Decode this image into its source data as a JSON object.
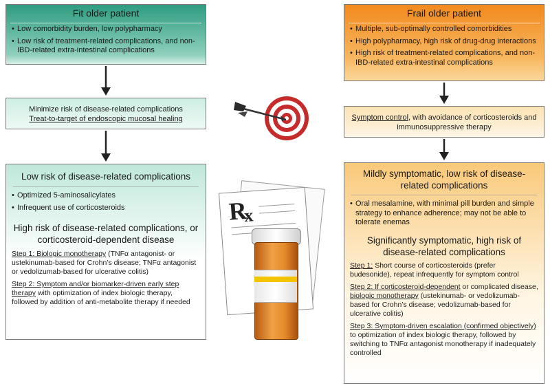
{
  "fit": {
    "title": "Fit older patient",
    "bullets": [
      "Low comorbidity burden, low polypharmacy",
      "Low risk of treatment-related complications, and non-IBD-related extra-intestinal complications"
    ],
    "goal_line1": "Minimize risk of disease-related complications",
    "goal_line2": "Treat-to-target of endoscopic mucosal healing",
    "low_title": "Low risk of disease-related complications",
    "low_bullets": [
      "Optimized 5-aminosalicylates",
      "Infrequent use of corticosteroids"
    ],
    "high_title": "High risk of disease-related complications, or corticosteroid-dependent disease",
    "step1_label": "Step 1: Biologic monotherapy",
    "step1_text": " (TNFα antagonist- or ustekinumab-based for Crohn’s disease; TNFα antagonist or vedolizumab-based for ulcerative colitis)",
    "step2_label": "Step 2: Symptom and/or biomarker-driven early step therapy",
    "step2_text": " with optimization of index biologic therapy, followed by addition of anti-metabolite therapy if needed"
  },
  "frail": {
    "title": "Frail older patient",
    "bullets": [
      "Multiple, sub-optimally controlled comorbidities",
      "High polypharmacy, high risk of drug-drug interactions",
      "High risk of treatment-related complications, and non-IBD-related extra-intestinal complications"
    ],
    "goal_label": "Symptom control",
    "goal_text": ", with avoidance of corticosteroids and immunosuppressive therapy",
    "mild_title": "Mildly symptomatic, low risk of disease-related complications",
    "mild_bullets": [
      "Oral mesalamine, with minimal pill burden and simple strategy to enhance adherence; may not be able to tolerate enemas"
    ],
    "sig_title": "Significantly symptomatic, high risk of disease-related complications",
    "step1_label": "Step 1:",
    "step1_text": " Short course of corticosteroids (prefer budesonide), repeat infrequently for symptom control",
    "step2_label": "Step 2: If corticosteroid-dependent",
    "step2_mid": " or complicated disease, ",
    "step2_label2": "biologic monotherapy",
    "step2_text": " (ustekinumab- or vedolizumab-based for Crohn’s disease; vedolizumab-based for ulcerative colitis)",
    "step3_label": "Step 3: Symptom-driven escalation (confirmed objectively)",
    "step3_text": " to optimization of index biologic therapy, followed by switching to TNFα antagonist monotherapy if inadequately controlled"
  },
  "rx_symbol": "R",
  "rx_x": "x",
  "colors": {
    "green": "#2e9c80",
    "orange": "#f28a1e",
    "target_red": "#c62b2b"
  }
}
